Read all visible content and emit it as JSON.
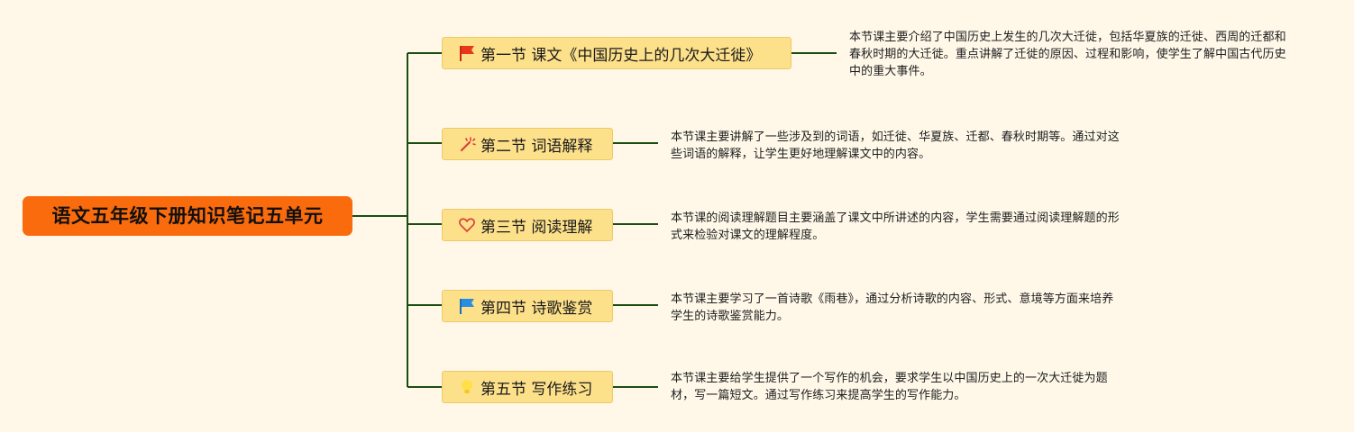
{
  "root": {
    "title": "语文五年级下册知识笔记五单元"
  },
  "colors": {
    "background": "#fff8e9",
    "root_fill": "#f96b0c",
    "node_fill": "#fde08a",
    "connector": "#1a4d12"
  },
  "sections": [
    {
      "label": "第一节 课文《中国历史上的几次大迁徙》",
      "icon": "red-flag-icon",
      "description": "本节课主要介绍了中国历史上发生的几次大迁徙，包括华夏族的迁徙、西周的迁都和春秋时期的大迁徙。重点讲解了迁徙的原因、过程和影响，使学生了解中国古代历史中的重大事件。"
    },
    {
      "label": "第二节 词语解释",
      "icon": "wand-icon",
      "description": "本节课主要讲解了一些涉及到的词语，如迁徙、华夏族、迁都、春秋时期等。通过对这些词语的解释，让学生更好地理解课文中的内容。"
    },
    {
      "label": "第三节 阅读理解",
      "icon": "heart-icon",
      "description": "本节课的阅读理解题目主要涵盖了课文中所讲述的内容，学生需要通过阅读理解题的形式来检验对课文的理解程度。"
    },
    {
      "label": "第四节 诗歌鉴赏",
      "icon": "blue-flag-icon",
      "description": "本节课主要学习了一首诗歌《雨巷》，通过分析诗歌的内容、形式、意境等方面来培养学生的诗歌鉴赏能力。"
    },
    {
      "label": "第五节 写作练习",
      "icon": "lightbulb-icon",
      "description": "本节课主要给学生提供了一个写作的机会，要求学生以中国历史上的一次大迁徙为题材，写一篇短文。通过写作练习来提高学生的写作能力。"
    }
  ]
}
